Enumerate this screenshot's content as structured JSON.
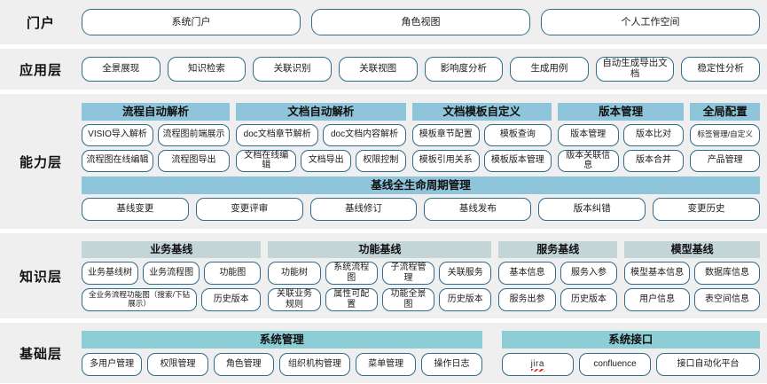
{
  "colors": {
    "band_bg": "#efefef",
    "pill_border": "#2f6c8a",
    "capability_header": "#8fc5da",
    "knowledge_header": "#c4d5d8",
    "foundation_header": "#8ccdd6",
    "page_bg": "#ffffff"
  },
  "layers": {
    "portal": {
      "label": "门户",
      "items": [
        "系统门户",
        "角色视图",
        "个人工作空间"
      ]
    },
    "application": {
      "label": "应用层",
      "items": [
        "全景展现",
        "知识检索",
        "关联识别",
        "关联视图",
        "影响度分析",
        "生成用例",
        "自动生成导出文档",
        "稳定性分析"
      ]
    },
    "capability": {
      "label": "能力层",
      "groups": [
        {
          "title": "流程自动解析",
          "rows": [
            [
              "VISIO导入解析",
              "流程图前端展示"
            ],
            [
              "流程图在线编辑",
              "流程图导出"
            ]
          ]
        },
        {
          "title": "文档自动解析",
          "rows": [
            [
              "doc文档章节解析",
              "doc文档内容解析"
            ],
            [
              "文档在线编辑",
              "文档导出",
              "权限控制"
            ]
          ]
        },
        {
          "title": "文档模板自定义",
          "rows": [
            [
              "模板章节配置",
              "模板查询"
            ],
            [
              "模板引用关系",
              "模板版本管理"
            ]
          ]
        },
        {
          "title": "版本管理",
          "rows": [
            [
              "版本管理",
              "版本比对"
            ],
            [
              "版本关联信息",
              "版本合并"
            ]
          ]
        },
        {
          "title": "全局配置",
          "rows": [
            [
              "标签管理/自定义"
            ],
            [
              "产品管理"
            ]
          ]
        }
      ],
      "baseline": {
        "title": "基线全生命周期管理",
        "items": [
          "基线变更",
          "变更评审",
          "基线修订",
          "基线发布",
          "版本纠错",
          "变更历史"
        ]
      }
    },
    "knowledge": {
      "label": "知识层",
      "groups": [
        {
          "title": "业务基线",
          "rows": [
            [
              "业务基线树",
              "业务流程图",
              "功能图"
            ],
            [
              "全业务流程功能图（搜索/下钻展示）",
              "历史版本"
            ]
          ]
        },
        {
          "title": "功能基线",
          "rows": [
            [
              "功能树",
              "系统流程图",
              "子流程管理",
              "关联服务"
            ],
            [
              "关联业务规则",
              "属性可配置",
              "功能全景图",
              "历史版本"
            ]
          ]
        },
        {
          "title": "服务基线",
          "rows": [
            [
              "基本信息",
              "服务入参"
            ],
            [
              "服务出参",
              "历史版本"
            ]
          ]
        },
        {
          "title": "模型基线",
          "rows": [
            [
              "模型基本信息",
              "数据库信息"
            ],
            [
              "用户信息",
              "表空间信息"
            ]
          ]
        }
      ]
    },
    "foundation": {
      "label": "基础层",
      "groups": [
        {
          "title": "系统管理",
          "items": [
            "多用户管理",
            "权限管理",
            "角色管理",
            "组织机构管理",
            "菜单管理",
            "操作日志"
          ]
        },
        {
          "title": "系统接口",
          "items": [
            "jira",
            "confluence",
            "接口自动化平台"
          ]
        }
      ]
    }
  }
}
